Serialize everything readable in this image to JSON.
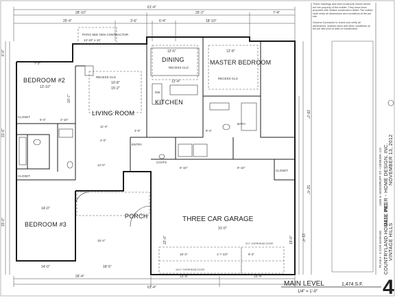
{
  "rooms": {
    "bedroom2": "BEDROOM #2",
    "bedroom3": "BEDROOM #3",
    "living": "LIVING ROOM",
    "dining": "DINING",
    "kitchen": "KITCHEN",
    "master": "MASTER BEDROOM",
    "garage": "THREE CAR GARAGE",
    "porch": "PORCH",
    "entry": "ENTRY",
    "patio": "PATIO SEE GEN CONTRACTOR",
    "closet_a": "CLOSET",
    "closet_b": "CLOSET",
    "closet_c": "CLOSET",
    "coats": "COATS",
    "recess_living": "RECESS CLG",
    "recess_dining": "RECESS CLG",
    "recess_master": "RECESS CLG",
    "bath": "BATH",
    "dw": "DW"
  },
  "dimensions": {
    "overall_width": "61'-4\"",
    "top_left": "28'-10\"",
    "top_mid": "25'-2\"",
    "top_right": "7'-4\"",
    "top2_a": "25'-4\"",
    "top2_b": "3'-6\"",
    "top2_c": "6'-4\"",
    "top2_d": "18'-10\"",
    "patio_size": "14'-10\" x 10'",
    "left_overall": "31'-6\"",
    "left_top": "6'-0\"",
    "left_bottom": "15'-0\"",
    "right_overall": "52'-6\"",
    "right_mid": "29'-2\"",
    "right_low": "21'-4\"",
    "bed2_size": "13'-10\"",
    "bed2_height": "10'-7\"",
    "living_w": "15'-2\"",
    "living_h": "10'-8\"",
    "dining_size": "12'-6\"",
    "master_size": "12'-8\"",
    "kitchen_w": "12'-4\"",
    "bed3_size": "14'-0\"",
    "garage_w": "31'-0\"",
    "garage_d": "22'-0\"",
    "garage_d2": "19'-0\"",
    "bottom_overall": "61'-4\"",
    "bottom_a": "26'-4\"",
    "bottom_b": "15'-8\"",
    "bottom_c": "15'-4\"",
    "bottom_left": "14'-0\"",
    "porch_w": "18'-5\"",
    "door_a": "16'-3\"",
    "door_b": "1'-7 1/2\"",
    "door_c": "9'-3\"",
    "d_7_0": "7'-0\"",
    "d_5_4": "5'-4\"",
    "d_2_10": "2'-10\"",
    "d_4_0": "4'-0\"",
    "d_3_0": "3'-0\"",
    "d_6_10": "6'-10\"",
    "d_8_10": "8'-10\"",
    "d_11_4": "11'-4\"",
    "d_9_4": "9'-4\"",
    "d_15_4": "15'-4\"",
    "d_12_0": "12'-0\""
  },
  "garage_doors": {
    "double": "16'x7' OVERHEAD DOOR",
    "single": "9'x7' OVERHEAD DOOR"
  },
  "footer": {
    "level": "MAIN LEVEL",
    "area": "1,474 S.F.",
    "scale": "1/4\" = 1'-0\"",
    "sheet_number": "4"
  },
  "titleblock": {
    "designer": "DALE PEER - HOME DESIGN, INC.",
    "designer_addr": "1345 S. WOODRUFF ST. • DENVER, CO",
    "date": "NOVEMBER 13, 2012",
    "builder": "COUNTRYLAND HOMES, INC.",
    "project": "VINTAGE HILLS",
    "plan": "PLAN 3 - 3 CAR GARAGE"
  },
  "notes": {
    "disclaimer": "These drawings and total constructs shown herein are the property of the builder. They have been prepared with limited construction detail. The builder shall verify all dimensions and conditions at the job site.",
    "general": "General Contractor to check and verify all dimensions, window sizes and other conditions on the job site prior to start of construction."
  }
}
